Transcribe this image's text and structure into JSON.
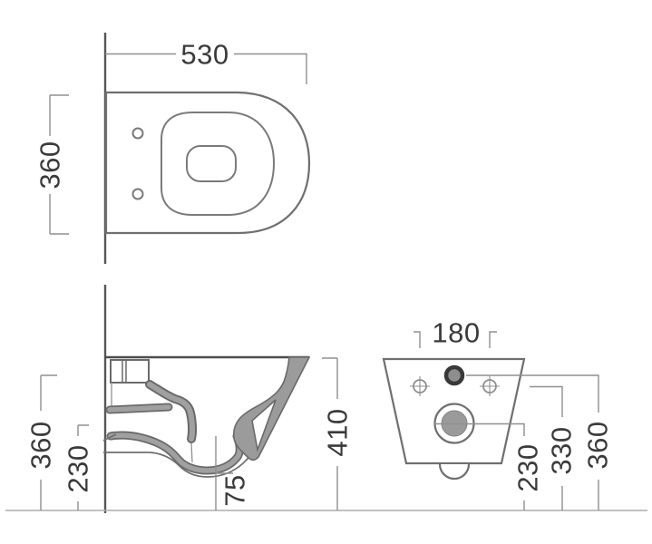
{
  "drawing": {
    "subject": "wall-hung-toilet-technical-drawing",
    "views": {
      "plan": "plan-view",
      "side": "side-section-view",
      "front": "front-view"
    }
  },
  "dimensions": {
    "plan": {
      "width": "530",
      "depth": "360"
    },
    "side": {
      "seat_height": "360",
      "bowl_height": "230",
      "outlet_offset": "75",
      "overall_height": "410"
    },
    "front": {
      "fixing_hole_spacing": "180",
      "outlet_center_height": "230",
      "fixing_hole_height": "330",
      "inlet_height": "360"
    }
  },
  "colors": {
    "background": "#ffffff",
    "outline": "#6f6f6f",
    "dark_line": "#4d4d4d",
    "wall_line": "#565656",
    "floor_line": "#aeaeae",
    "dim_line": "#8f8f8f",
    "text": "#3a3a3a",
    "section_fill": "#9b9b9b",
    "section_edge": "#6a6a6a",
    "inlet_ring": "#383838",
    "inlet_fill": "#8e8e8e",
    "outlet_fill": "#9a9a9a"
  }
}
